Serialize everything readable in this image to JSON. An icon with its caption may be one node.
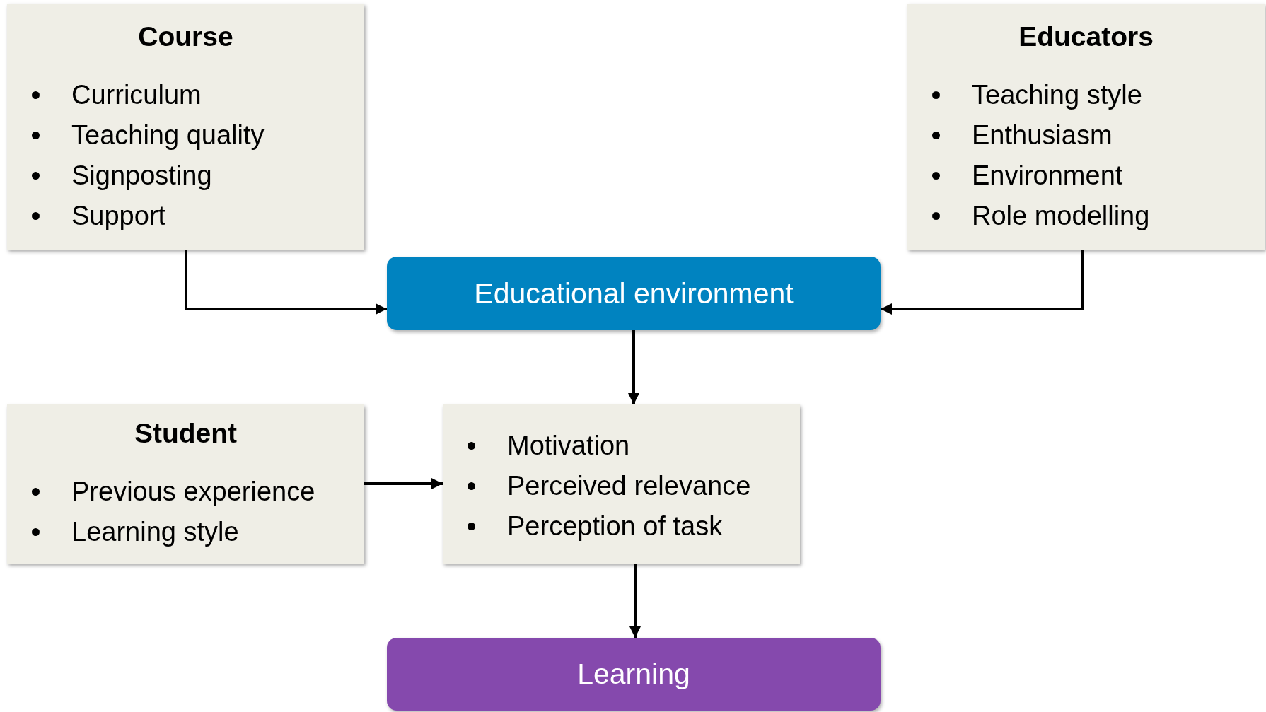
{
  "diagram": {
    "nodes": [
      {
        "text": [
          "Course",
          "Curriculum",
          "Teaching quality",
          "Signposting",
          "Support"
        ]
      },
      {
        "text": [
          "Educators",
          "Teaching style",
          "Enthusiasm",
          "Environment",
          "Role modelling"
        ]
      },
      {
        "text": [
          "Educational environment"
        ]
      },
      {
        "text": [
          "Student",
          "Previous experience",
          "Learning style"
        ]
      },
      {
        "text": [
          "Motivation",
          "Perceived relevance",
          "Perception of task"
        ]
      },
      {
        "text": [
          "Learning"
        ]
      }
    ],
    "edges": [
      {
        "from": 0,
        "to": 2,
        "arrow": "to"
      },
      {
        "from": 1,
        "to": 2,
        "arrow": "to"
      },
      {
        "from": 2,
        "to": 4,
        "arrow": "to"
      },
      {
        "from": 3,
        "to": 4,
        "arrow": "to"
      },
      {
        "from": 4,
        "to": 5,
        "arrow": "to"
      }
    ]
  }
}
